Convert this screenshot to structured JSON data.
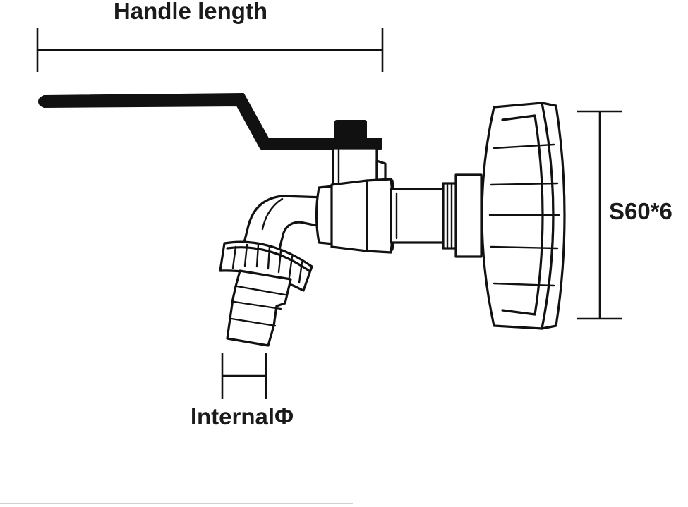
{
  "labels": {
    "handle_length": "Handle length",
    "thread_size": "S60*6",
    "internal_diameter": "InternalΦ"
  },
  "colors": {
    "ink": "#111111",
    "background": "#ffffff",
    "handle": "#111111"
  }
}
